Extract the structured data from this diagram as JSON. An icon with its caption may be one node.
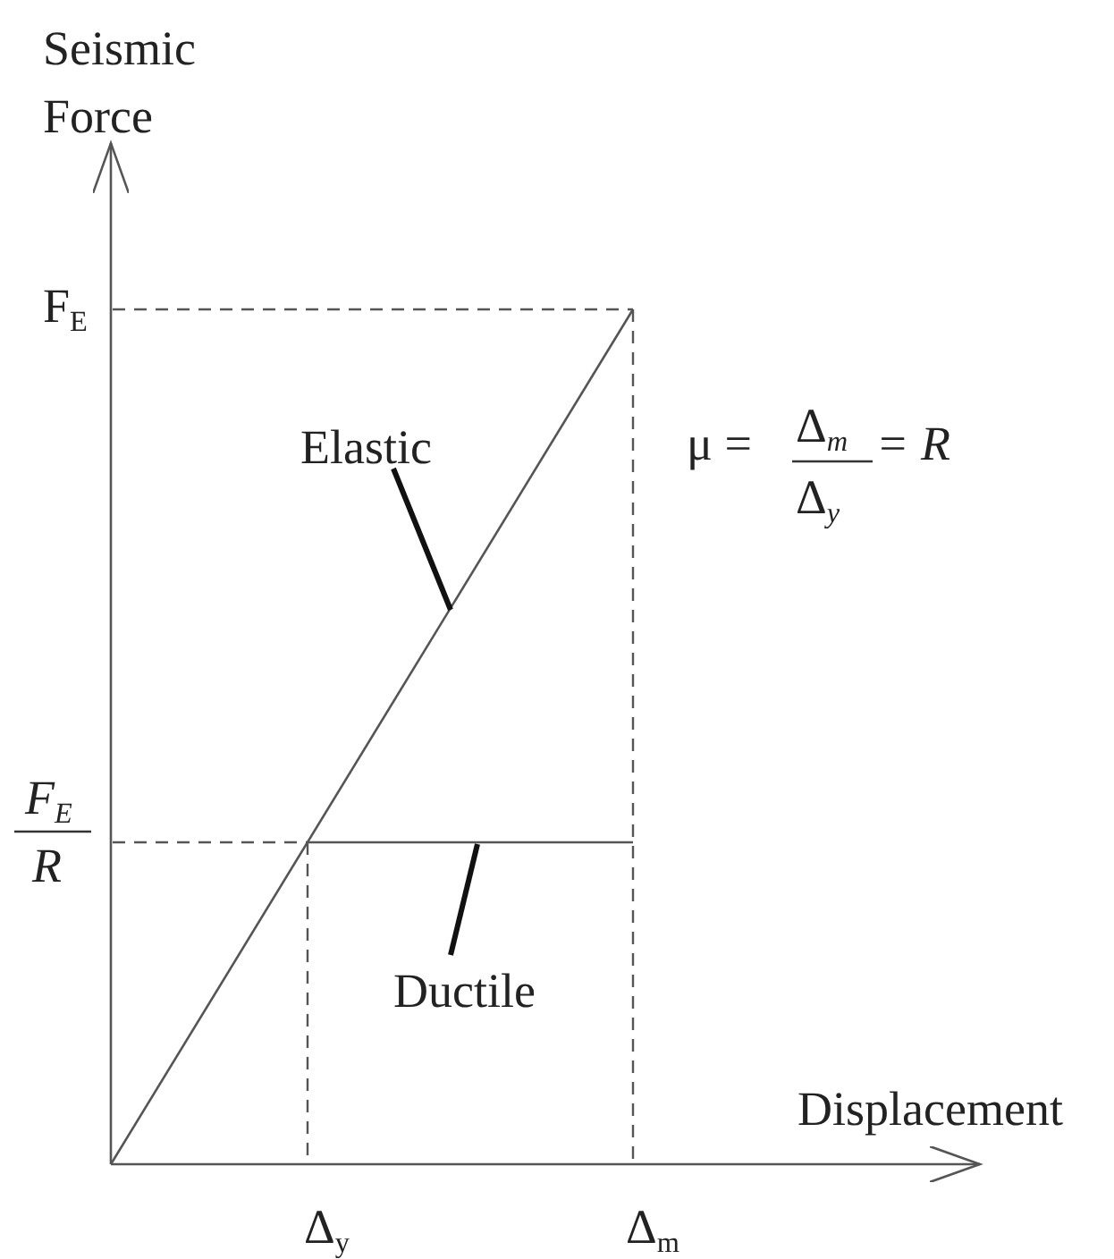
{
  "diagram": {
    "nodes": [
      {
        "text": [
          "Elastic"
        ]
      },
      {
        "text": [
          "Ductile"
        ]
      }
    ],
    "edges": [
      {
        "from": 0,
        "to": null,
        "arrow": "none"
      },
      {
        "from": 1,
        "to": null,
        "arrow": "none"
      }
    ],
    "labels": [
      "Seismic Force",
      "F$_{E}$",
      "F$_{E}$",
      "R",
      "μ =",
      "Δ$_{m}$",
      "Δ$_{y}$",
      "= R",
      "Displacement",
      "Δ$_{y}$",
      "Δ$_{m}$"
    ]
  }
}
